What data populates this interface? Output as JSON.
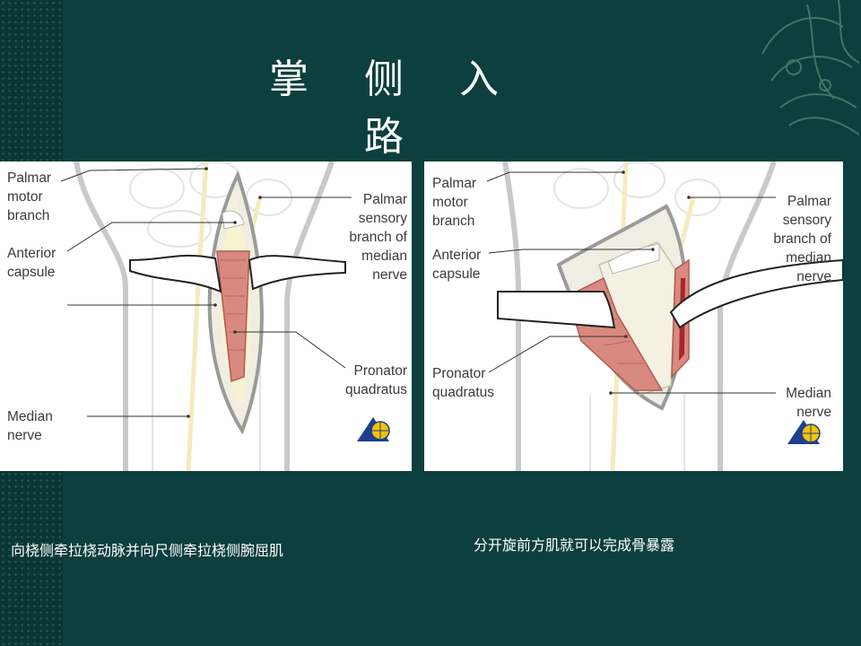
{
  "slide": {
    "title": "掌 侧 入 路",
    "caption_left": "向桡侧牵拉桡动脉并向尺侧牵拉桡侧腕屈肌",
    "caption_right": "分开旋前方肌就可以完成骨暴露"
  },
  "figures": [
    {
      "labels": {
        "palmar_motor_branch": "Palmar\nmotor\nbranch",
        "anterior_capsule": "Anterior\ncapsule",
        "median_nerve": "Median\nnerve",
        "palmar_sensory_branch": "Palmar\nsensory\nbranch of\nmedian\nnerve",
        "pronator_quadratus": "Pronator\nquadratus"
      }
    },
    {
      "labels": {
        "palmar_motor_branch": "Palmar\nmotor\nbranch",
        "anterior_capsule": "Anterior\ncapsule",
        "pronator_quadratus": "Pronator\nquadratus",
        "palmar_sensory_branch": "Palmar\nsensory\nbranch of\nmedian\nnerve",
        "median_nerve": "Median\nnerve"
      }
    }
  ],
  "colors": {
    "background": "#0c3f3d",
    "muscle": "#d98a80",
    "capsule": "#f4f1e2",
    "nerve": "#f5efc0",
    "logo_blue": "#1d3f8f",
    "logo_yellow": "#f2c400"
  },
  "icons": {
    "publisher_logo": "triangle-globe-logo",
    "ornament": "floral-swirl-ornament"
  }
}
